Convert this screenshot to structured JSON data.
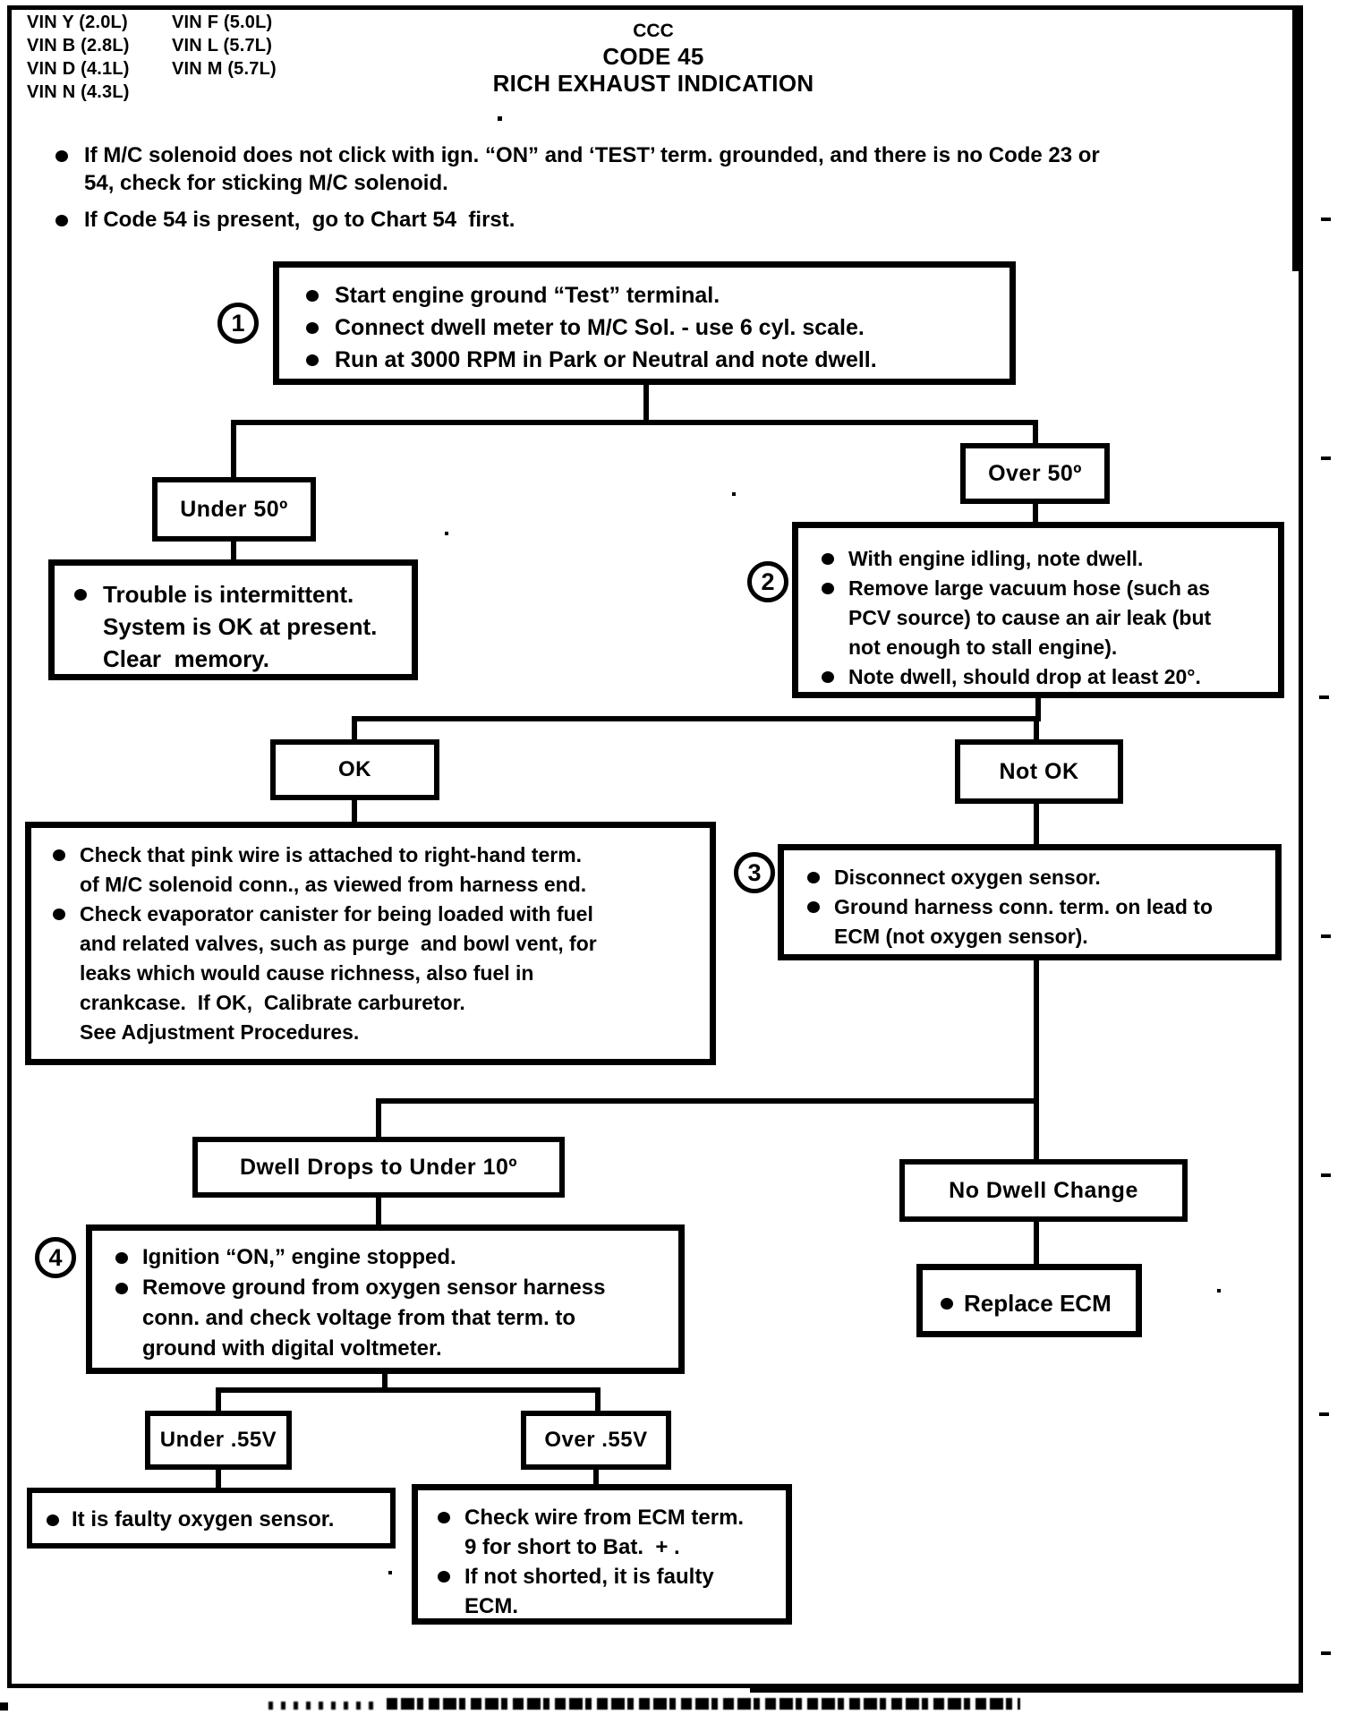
{
  "colors": {
    "ink": "#000000",
    "paper": "#ffffff"
  },
  "page": {
    "vin_col1": [
      "VIN Y (2.0L)",
      "VIN B (2.8L)",
      "VIN D (4.1L)",
      "VIN N (4.3L)"
    ],
    "vin_col2": [
      "VIN F (5.0L)",
      "VIN L (5.7L)",
      "VIN M (5.7L)"
    ],
    "title_system": "CCC",
    "title_code": "CODE 45",
    "title_name": "RICH EXHAUST INDICATION",
    "notes": [
      {
        "lines": [
          "If M/C solenoid does not click with ign. “ON” and ‘TEST’ term. grounded, and there is no Code 23 or",
          "54, check for sticking M/C solenoid."
        ]
      },
      {
        "lines": [
          "If Code 54 is present,  go to Chart 54  first."
        ]
      }
    ]
  },
  "flow": {
    "step1": {
      "num": "1",
      "items": [
        [
          "Start engine ground “Test” terminal."
        ],
        [
          "Connect dwell meter to M/C Sol. - use 6 cyl. scale."
        ],
        [
          "Run at 3000 RPM in Park or Neutral and note dwell."
        ]
      ]
    },
    "branch_under50": "Under 50º",
    "branch_over50": "Over 50º",
    "under50_result": {
      "items": [
        [
          "Trouble is intermittent.",
          "System is OK at present.",
          "Clear  memory."
        ]
      ]
    },
    "step2": {
      "num": "2",
      "items": [
        [
          "With engine idling, note dwell."
        ],
        [
          "Remove large vacuum hose (such as",
          "PCV source) to cause an air leak (but",
          "not enough to stall engine)."
        ],
        [
          "Note dwell, should drop at least 20°."
        ]
      ]
    },
    "branch_ok": "OK",
    "branch_not_ok": "Not OK",
    "ok_result": {
      "items": [
        [
          "Check that pink wire is attached to right-hand term.",
          "of M/C solenoid conn., as viewed from harness end."
        ],
        [
          "Check evaporator canister for being loaded with fuel",
          "and related valves, such as purge  and bowl vent, for",
          "leaks which would cause richness, also fuel in",
          "crankcase.  If OK,  Calibrate carburetor.",
          "See Adjustment Procedures."
        ]
      ]
    },
    "step3": {
      "num": "3",
      "items": [
        [
          "Disconnect oxygen sensor."
        ],
        [
          "Ground harness conn. term. on lead to",
          "ECM (not oxygen sensor)."
        ]
      ]
    },
    "branch_dwell_drops": "Dwell Drops to Under 10º",
    "branch_no_dwell": "No Dwell Change",
    "step4": {
      "num": "4",
      "items": [
        [
          "Ignition “ON,” engine stopped."
        ],
        [
          "Remove ground from oxygen sensor harness",
          "conn. and check voltage from that term. to",
          "ground with digital voltmeter."
        ]
      ]
    },
    "replace_ecm": {
      "items": [
        [
          "Replace ECM"
        ]
      ]
    },
    "branch_under55": "Under .55V",
    "branch_over55": "Over .55V",
    "under55_result": {
      "items": [
        [
          "It is faulty oxygen sensor."
        ]
      ]
    },
    "over55_result": {
      "items": [
        [
          "Check wire from ECM term.",
          "9 for short to Bat.  + ."
        ],
        [
          "If not shorted, it is faulty",
          "ECM."
        ]
      ]
    }
  }
}
